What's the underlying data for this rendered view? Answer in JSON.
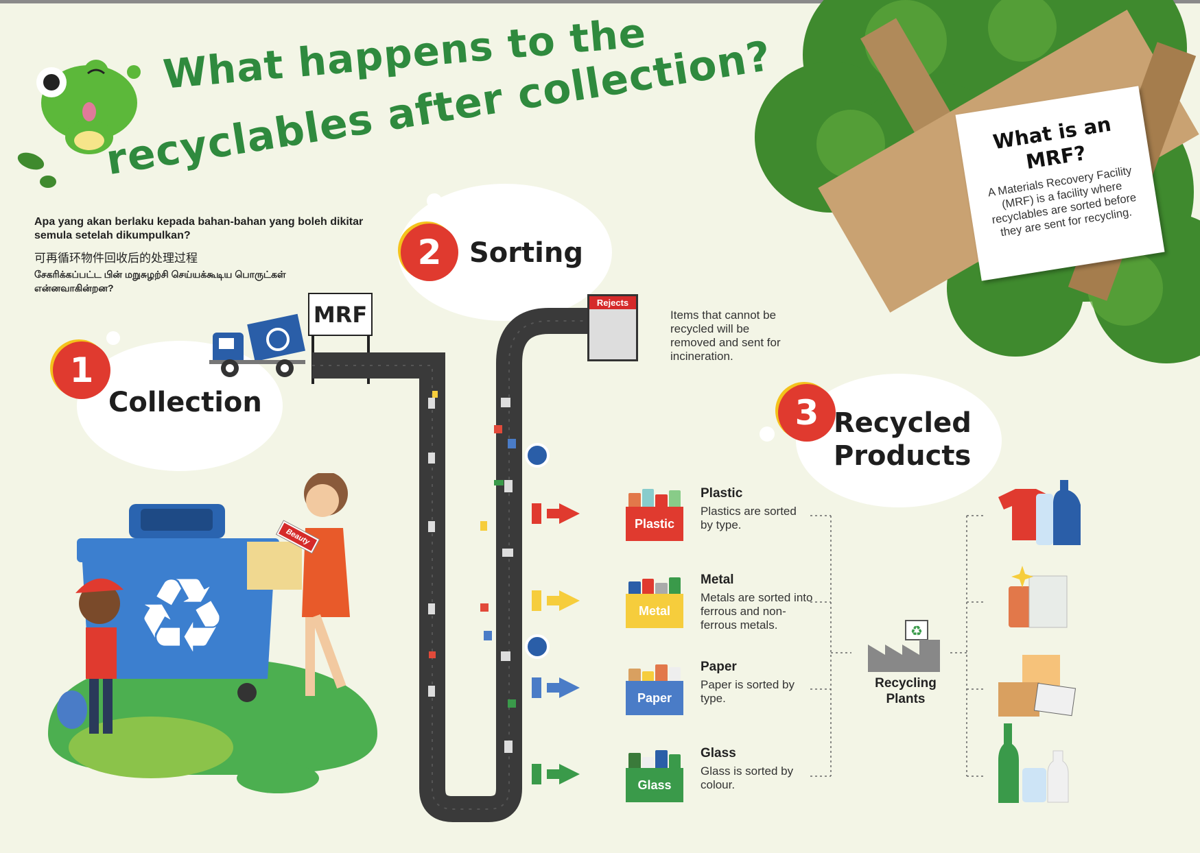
{
  "title": {
    "line1": "What happens to the",
    "line2": "recyclables after collection?"
  },
  "subtitle": {
    "malay": "Apa yang akan berlaku kepada bahan-bahan yang boleh dikitar semula setelah dikumpulkan?",
    "chinese": "可再循环物件回收后的处理过程",
    "tamil": "சேகரிக்கப்பட்ட பின் மறுசுழற்சி செய்யக்கூடிய பொருட்கள் என்னவாகின்றன?"
  },
  "steps": [
    {
      "number": "1",
      "label": "Collection"
    },
    {
      "number": "2",
      "label": "Sorting"
    },
    {
      "number": "3",
      "label": "Recycled Products"
    }
  ],
  "mrf_sign": "MRF",
  "rejects": {
    "label": "Rejects",
    "description": "Items that cannot be recycled will be removed and sent for incineration."
  },
  "bin_label": "Beauty",
  "categories": [
    {
      "name": "Plastic",
      "bin_label": "Plastic",
      "description": "Plastics are sorted by type.",
      "color": "#e03a2f"
    },
    {
      "name": "Metal",
      "bin_label": "Metal",
      "description": "Metals are sorted into ferrous and non-ferrous metals.",
      "color": "#f6cd3c"
    },
    {
      "name": "Paper",
      "bin_label": "Paper",
      "description": "Paper is sorted by type.",
      "color": "#4a7cc7"
    },
    {
      "name": "Glass",
      "bin_label": "Glass",
      "description": "Glass is sorted by colour.",
      "color": "#3a9a4a"
    }
  ],
  "recycling_plants": "Recycling Plants",
  "mrf_info": {
    "heading": "What is an MRF?",
    "text": "A Materials Recovery Facility (MRF) is a facility where recyclables are sorted before they are sent for recycling."
  }
}
